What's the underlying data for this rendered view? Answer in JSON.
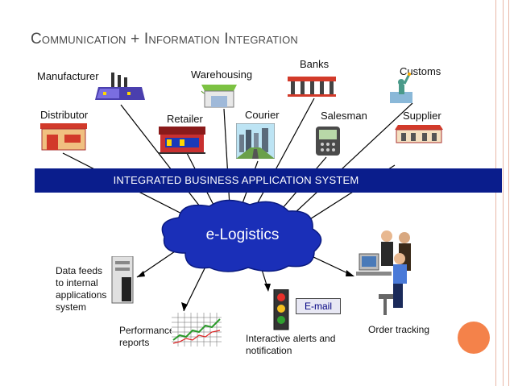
{
  "title": "Communication + Information Integration",
  "partners": {
    "manufacturer": "Manufacturer",
    "warehousing": "Warehousing",
    "banks": "Banks",
    "customs": "Customs",
    "distributor": "Distributor",
    "retailer": "Retailer",
    "courier": "Courier",
    "salesman": "Salesman",
    "supplier": "Supplier"
  },
  "band_label": "INTEGRATED BUSINESS APPLICATION SYSTEM",
  "hub_label": "e-Logistics",
  "outputs": {
    "data_feeds": [
      "Data feeds",
      "to internal",
      "applications",
      "system"
    ],
    "performance": [
      "Performance",
      "reports"
    ],
    "alerts": [
      "Interactive alerts and",
      "notification"
    ],
    "email": "E-mail",
    "order_tracking": "Order tracking"
  },
  "colors": {
    "band": "#0a1d8c",
    "cloud": "#1a2fb8",
    "accent_circle": "#f4824a",
    "title_text": "#4a4a4a"
  }
}
